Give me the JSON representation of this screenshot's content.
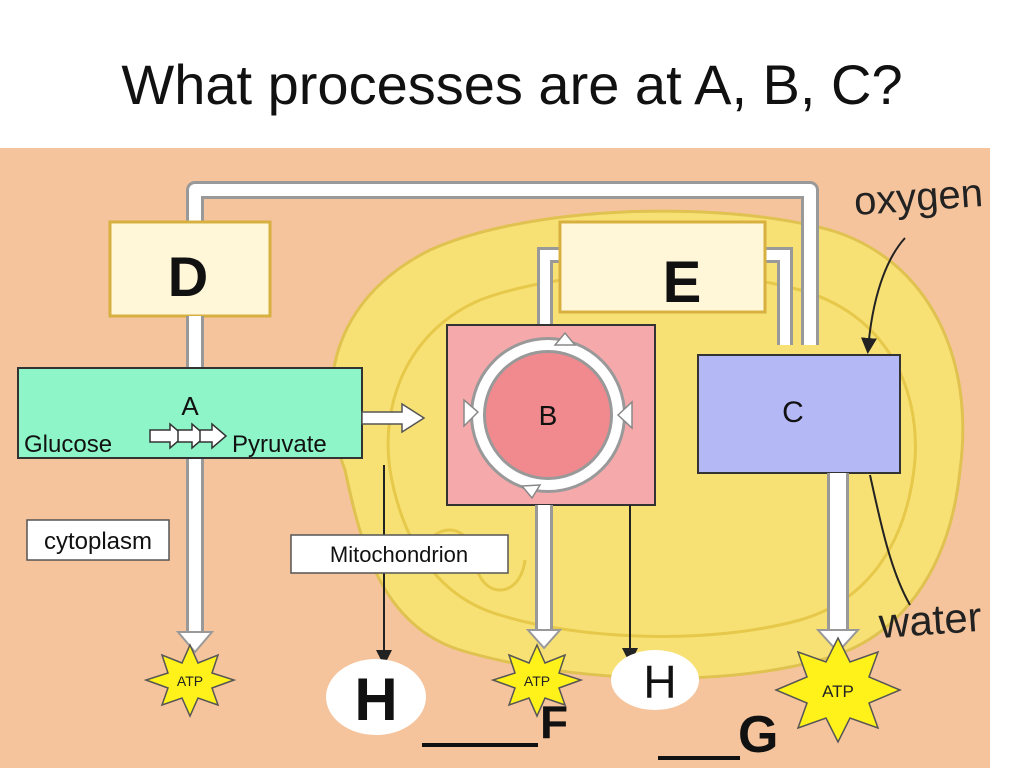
{
  "slide": {
    "title": "What processes are at A, B, C?"
  },
  "diagram": {
    "box_d": "D",
    "box_e": "E",
    "box_a": "A",
    "glucose": "Glucose",
    "pyruvate": "Pyruvate",
    "box_b": "B",
    "box_c": "C",
    "cytoplasm": "cytoplasm",
    "mitochondrion": "Mitochondrion",
    "oxygen": "oxygen",
    "water": "water",
    "atp": "ATP",
    "h": "H",
    "f": "F",
    "g": "G"
  },
  "colors": {
    "background": "#f5c49c",
    "mitochondrion": "#f8e174",
    "box_a": "#8ef5c8",
    "box_b": "#f6a9ab",
    "box_c": "#b4b8f4",
    "atp_star": "#fff21a"
  }
}
